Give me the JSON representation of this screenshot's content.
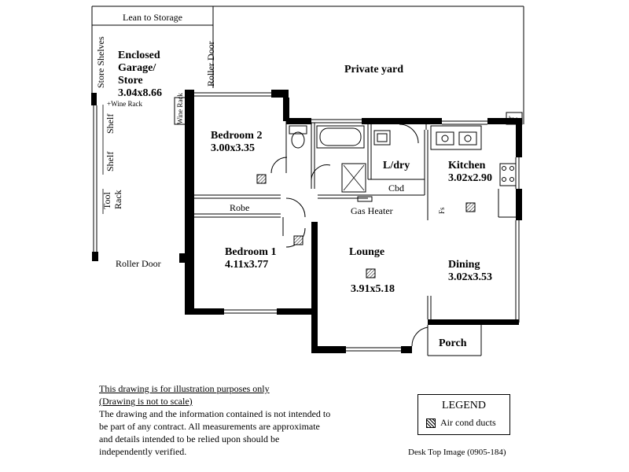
{
  "rooms": {
    "lean_to": "Lean to Storage",
    "garage_line1": "Enclosed",
    "garage_line2": "Garage/",
    "garage_line3": "Store",
    "garage_size": "3.04x8.66",
    "private_yard": "Private yard",
    "bedroom2": "Bedroom 2",
    "bedroom2_size": "3.00x3.35",
    "ldry": "L/dry",
    "kitchen": "Kitchen",
    "kitchen_size": "3.02x2.90",
    "robe": "Robe",
    "bedroom1": "Bedroom 1",
    "bedroom1_size": "4.11x3.77",
    "lounge": "Lounge",
    "lounge_size": "3.91x5.18",
    "dining": "Dining",
    "dining_size": "3.02x3.53",
    "porch": "Porch"
  },
  "labels": {
    "store_shelves": "Store Shelves",
    "roller_door_top": "Roller Door",
    "wine_rack": "Wine Rack",
    "wine_rack_small": "Wine Rack",
    "shelf1": "Shelf",
    "shelf2": "Shelf",
    "tool": "Tool",
    "rack": "Rack",
    "roller_door_bottom": "Roller Door",
    "hw": "hw",
    "cbd": "Cbd",
    "gas_heater": "Gas Heater",
    "fs": "Fs"
  },
  "disclaimer": {
    "line1": "This drawing is for illustration purposes only",
    "line2": "(Drawing is not to scale)",
    "body": "The drawing and the information contained is not intended to be part of any contract.  All measurements are approximate and details intended to be relied upon should be independently verified."
  },
  "legend": {
    "title": "LEGEND",
    "item": "Air cond ducts"
  },
  "credit": "Desk Top Image (0905-184)"
}
